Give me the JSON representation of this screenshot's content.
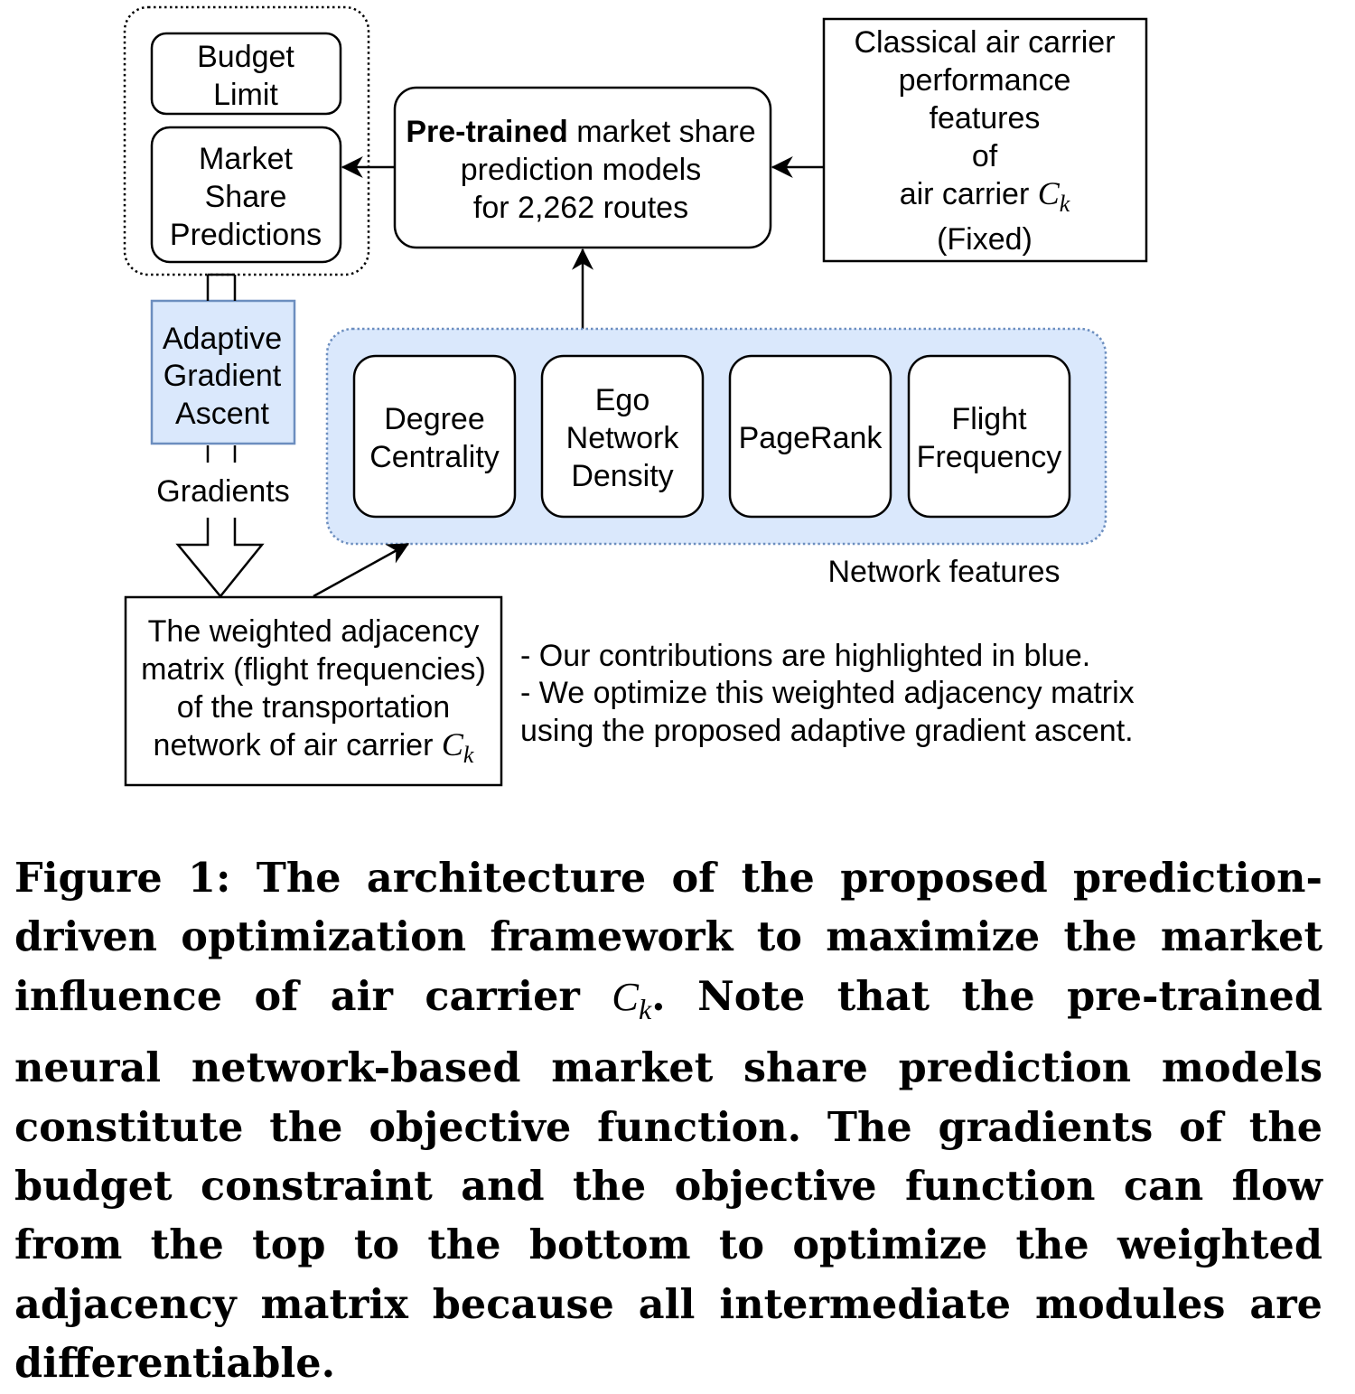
{
  "colors": {
    "highlight_fill": "#dae8fc",
    "highlight_stroke": "#6c8ebf",
    "stroke": "#000000"
  },
  "diagram": {
    "budget_limit": [
      "Budget",
      "Limit"
    ],
    "market_share_predictions": [
      "Market",
      "Share",
      "Predictions"
    ],
    "pretrained_model": {
      "line1_bold": "Pre-trained",
      "line1_rest": " market share",
      "line2": "prediction models",
      "line3": "for 2,262 routes"
    },
    "classical_features": {
      "lines": [
        "Classical air carrier",
        "performance",
        "features",
        "of"
      ],
      "carrier_prefix": "air carrier ",
      "carrier_symbol": "C",
      "carrier_subscript": "k",
      "fixed": "(Fixed)"
    },
    "adaptive_gradient_ascent": [
      "Adaptive",
      "Gradient",
      "Ascent"
    ],
    "gradients_label": "Gradients",
    "network_features": {
      "label": "Network features",
      "items": [
        {
          "lines": [
            "Degree",
            "Centrality"
          ]
        },
        {
          "lines": [
            "Ego",
            "Network",
            "Density"
          ]
        },
        {
          "lines": [
            "PageRank"
          ]
        },
        {
          "lines": [
            "Flight",
            "Frequency"
          ]
        }
      ]
    },
    "adjacency_matrix": {
      "lines": [
        "The weighted adjacency",
        "matrix (flight frequencies)",
        "of the transportation"
      ],
      "last_prefix": "network of air carrier ",
      "symbol": "C",
      "subscript": "k"
    },
    "notes": [
      "- Our contributions are highlighted in blue.",
      "- We optimize this weighted adjacency matrix",
      "using the proposed adaptive gradient ascent."
    ]
  },
  "caption": {
    "part1": "Figure 1: The architecture of the proposed prediction-driven optimization framework to maximize the market influence of air carrier ",
    "symbol": "C",
    "subscript": "k",
    "part2": ". Note that the pre-trained neural network-based market share prediction models constitute the objective function. The gradients of the budget constraint and the objective function can flow from the top to the bottom to optimize the weighted adjacency matrix because all intermediate modules are differentiable."
  }
}
